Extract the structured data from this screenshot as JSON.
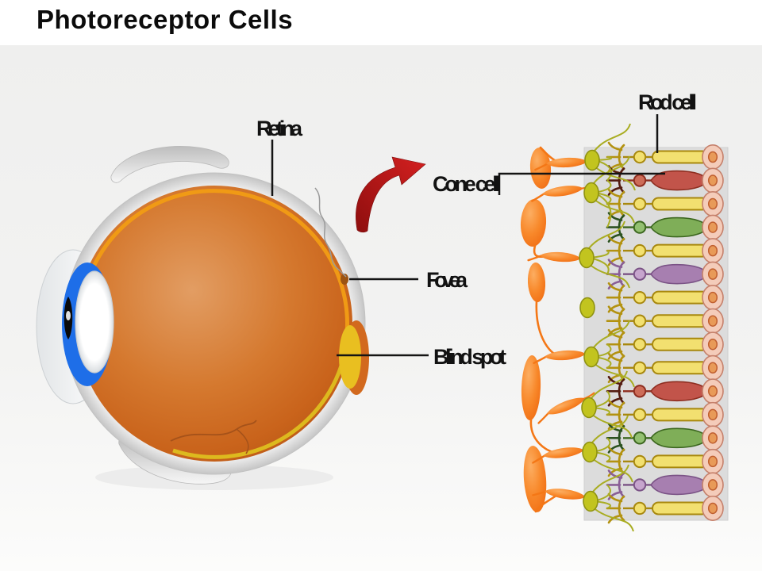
{
  "title": "Photoreceptor Cells",
  "labels": {
    "retina": "Retina",
    "fovea": "Fovea",
    "blind_spot": "Blind spot",
    "rod_cell": "Rod cell",
    "cone_cell": "Cone cell"
  },
  "panel": {
    "rows": [
      "rod",
      "cone_red",
      "rod",
      "cone_green",
      "rod",
      "cone_purple",
      "rod",
      "rod",
      "rod",
      "rod",
      "cone_red",
      "rod",
      "cone_green",
      "rod",
      "cone_purple",
      "rod"
    ],
    "epithelium_cell_count": 16
  },
  "colors": {
    "label_text": "#121212",
    "arrow_red_dark": "#8e0e0e",
    "arrow_red": "#d42020",
    "eye_orange": "#cf6b22",
    "retina_orange": "#f09a15",
    "retina_yellow": "#ddb91e",
    "iris_blue": "#1e6ee8",
    "blind_spot_yellow": "#e9bf20",
    "blind_spot_orange": "#d2691e",
    "vein_brown": "#a5521a",
    "panel_bg": "#dcdcdc",
    "neuron_orange": "#f47716",
    "bipolar_olive": "#c2c41f",
    "bipolar_olive_stroke": "#8f9212",
    "epithelium_pink": "#f4ccba",
    "epithelium_outline": "#c5806b",
    "nucleus_orange": "#e89a58",
    "nucleus_outline": "#c05f30",
    "cells": {
      "rod": {
        "body": "#f2e070",
        "stroke": "#a8880e",
        "fork": "#b39210",
        "circle": "#f2e070"
      },
      "cone_red": {
        "body": "#c2544a",
        "stroke": "#8e2e20",
        "fork": "#541c10",
        "circle": "#cd6c58"
      },
      "cone_green": {
        "body": "#7fae58",
        "stroke": "#3c671f",
        "fork": "#2c5220",
        "circle": "#93c070"
      },
      "cone_purple": {
        "body": "#a77fb0",
        "stroke": "#7b5386",
        "fork": "#8a5f96",
        "circle": "#c6a5cd"
      }
    }
  }
}
